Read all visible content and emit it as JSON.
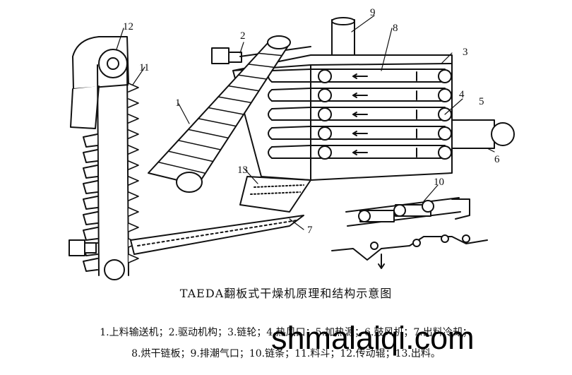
{
  "labels": {
    "n1": "1",
    "n2": "2",
    "n3": "3",
    "n4": "4",
    "n5": "5",
    "n6": "6",
    "n7": "7",
    "n8": "8",
    "n9": "9",
    "n10": "10",
    "n11": "11",
    "n12": "12",
    "n13": "13"
  },
  "caption": "TAEDA翻板式干燥机原理和结构示意图",
  "legend": {
    "line1": "1.上料输送机；2.驱动机构；3.链轮；4.热风口；5.加热源；6.鼓风机；7.出料冷却；",
    "line2": "8.烘干链板；9.排潮气口；10.链条；11.料斗；12.传动辊；13.出料。"
  },
  "watermark": "shmalaiqi.com"
}
